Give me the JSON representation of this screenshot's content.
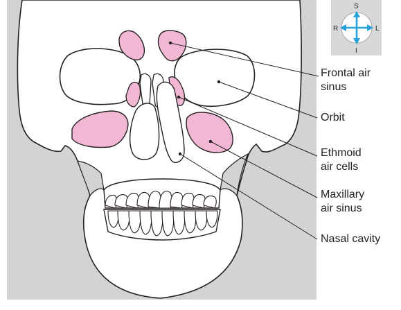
{
  "figure": {
    "labels": [
      {
        "id": "frontal",
        "lines": [
          "Frontal air",
          "sinus"
        ]
      },
      {
        "id": "orbit",
        "lines": [
          "Orbit"
        ]
      },
      {
        "id": "ethmoid",
        "lines": [
          "Ethmoid",
          "air cells"
        ]
      },
      {
        "id": "maxillary",
        "lines": [
          "Maxillary",
          "air sinus"
        ]
      },
      {
        "id": "nasal",
        "lines": [
          "Nasal cavity"
        ]
      }
    ],
    "compass": {
      "top": "S",
      "bottom": "I",
      "left": "R",
      "right": "L"
    },
    "colors": {
      "sinus_fill": "#f2b8d3",
      "background_panel": "#d2d3d5",
      "compass_box": "#d7d8da",
      "compass_arrow": "#27a3d9",
      "outline": "#231f20"
    }
  }
}
